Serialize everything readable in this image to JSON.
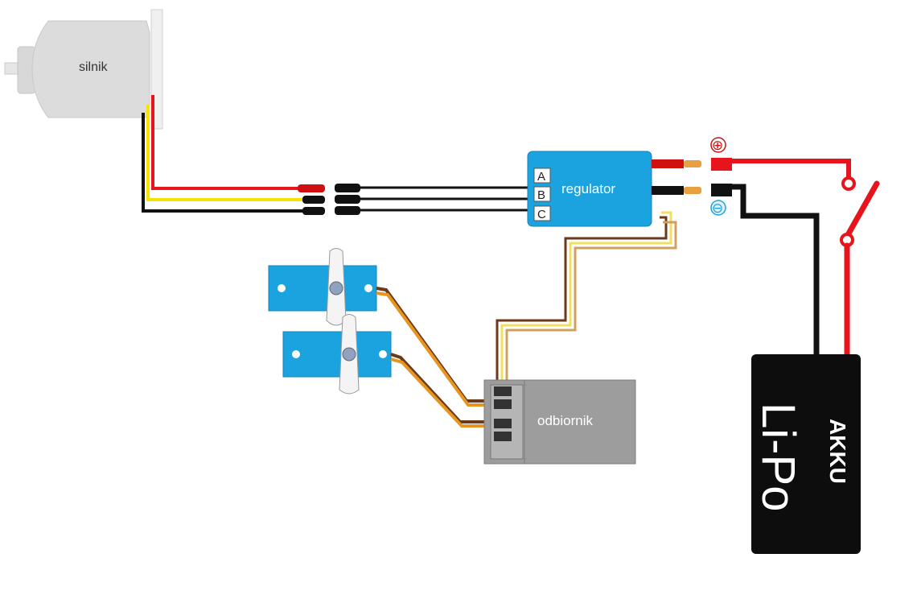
{
  "motor": {
    "label": "silnik"
  },
  "regulator": {
    "label": "regulator",
    "terminals": [
      "A",
      "B",
      "C"
    ]
  },
  "receiver": {
    "label": "odbiornik"
  },
  "battery": {
    "brand": "AKKU",
    "type": "Li-Po"
  },
  "polarity": {
    "plus": "⊕",
    "minus": "⊖"
  },
  "colors": {
    "wire_red": "#e8141c",
    "wire_black": "#111111",
    "wire_yellow": "#f7e200",
    "servo_body": "#1ba3e0",
    "regulator_body": "#1ba3e0",
    "receiver_body": "#9d9d9d",
    "battery_body": "#0d0d0d",
    "motor_body": "#dcdcdc"
  }
}
